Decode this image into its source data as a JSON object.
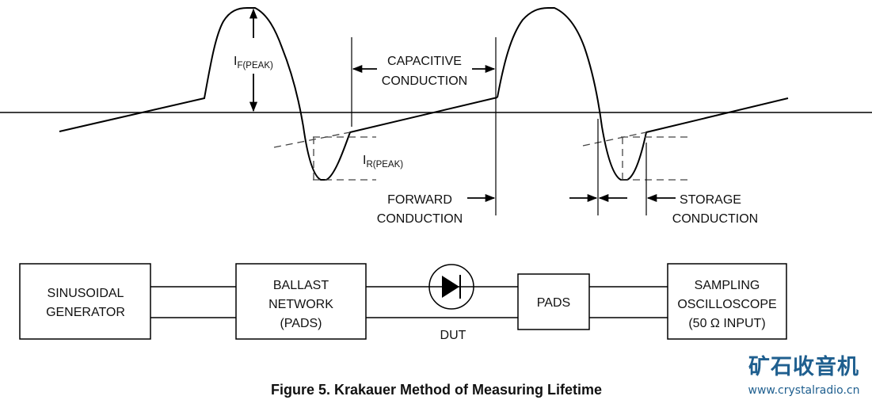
{
  "waveform": {
    "if_peak": {
      "main": "I",
      "sub": "F(PEAK)"
    },
    "ir_peak": {
      "main": "I",
      "sub": "R(PEAK)"
    },
    "capacitive": [
      "CAPACITIVE",
      "CONDUCTION"
    ],
    "forward": [
      "FORWARD",
      "CONDUCTION"
    ],
    "storage": [
      "STORAGE",
      "CONDUCTION"
    ]
  },
  "blocks": {
    "generator": [
      "SINUSOIDAL",
      "GENERATOR"
    ],
    "ballast": [
      "BALLAST",
      "NETWORK",
      "(PADS)"
    ],
    "dut_label": "DUT",
    "pads": "PADS",
    "scope": [
      "SAMPLING",
      "OSCILLOSCOPE",
      "(50 Ω INPUT)"
    ]
  },
  "caption": "Figure 5. Krakauer Method of Measuring Lifetime",
  "watermark": {
    "title": "矿石收音机",
    "url": "www.crystalradio.cn",
    "color": "#1f5f8f"
  }
}
